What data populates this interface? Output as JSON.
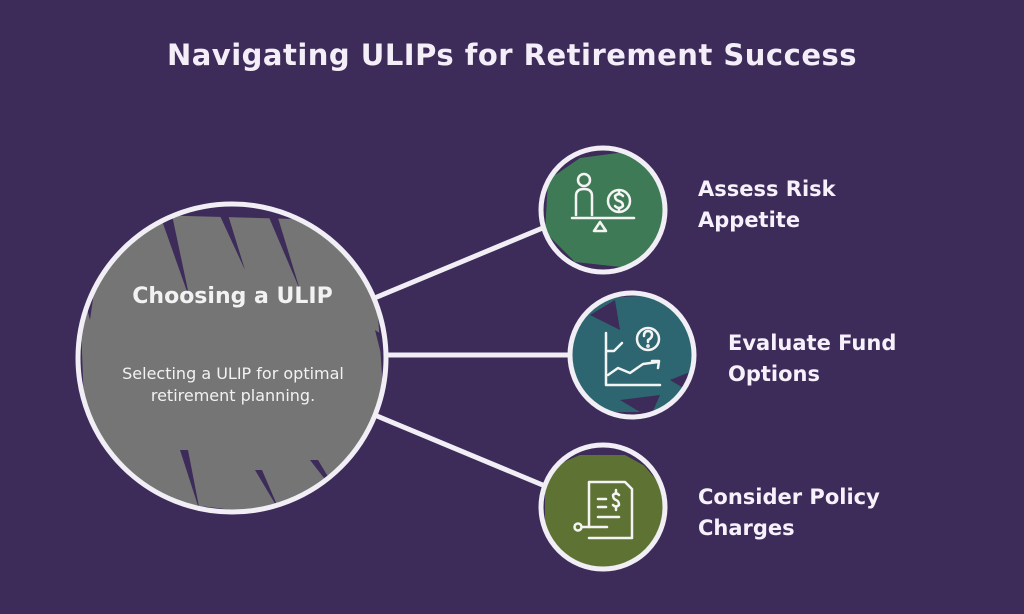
{
  "title": "Navigating ULIPs for Retirement Success",
  "colors": {
    "background": "#3d2b5a",
    "outline": "#f1eef5",
    "center_fill": "#757575",
    "branch_1_fill": "#3f7a56",
    "branch_2_fill": "#2d6670",
    "branch_3_fill": "#5e7233"
  },
  "center": {
    "title": "Choosing a ULIP",
    "description": "Selecting a ULIP for optimal retirement planning."
  },
  "branches": [
    {
      "label_line1": "Assess Risk",
      "label_line2": "Appetite",
      "icon": "person-balance-dollar-icon"
    },
    {
      "label_line1": "Evaluate Fund",
      "label_line2": "Options",
      "icon": "chart-question-icon"
    },
    {
      "label_line1": "Consider Policy",
      "label_line2": "Charges",
      "icon": "document-dollar-icon"
    }
  ]
}
